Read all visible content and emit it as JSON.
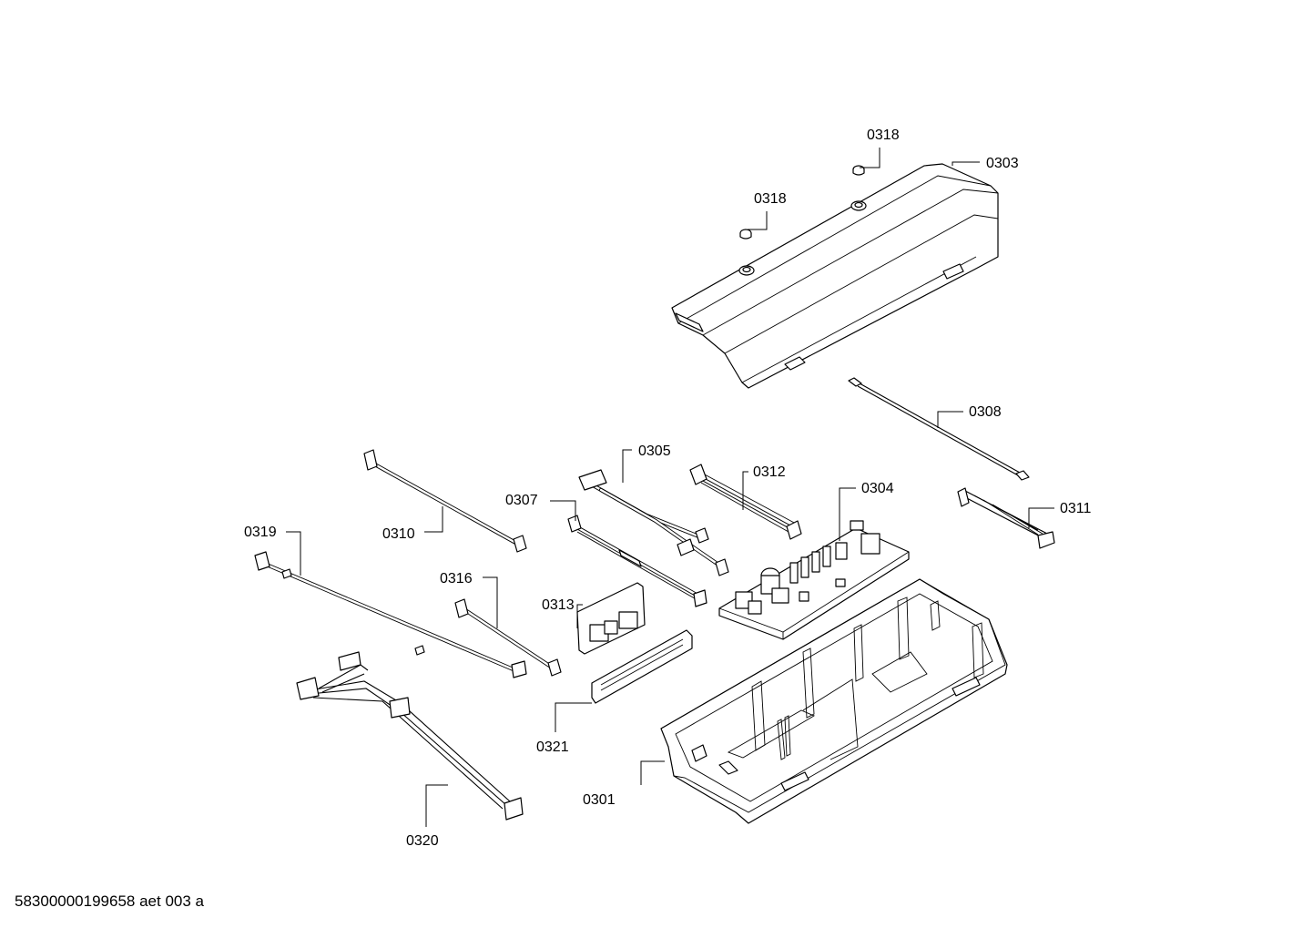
{
  "diagram": {
    "labels": {
      "p0318a": "0318",
      "p0318b": "0318",
      "p0303": "0303",
      "p0308": "0308",
      "p0305": "0305",
      "p0312": "0312",
      "p0307": "0307",
      "p0304": "0304",
      "p0311": "0311",
      "p0319": "0319",
      "p0310": "0310",
      "p0316": "0316",
      "p0313": "0313",
      "p0321": "0321",
      "p0301": "0301",
      "p0320": "0320"
    }
  },
  "footer": {
    "code": "58300000199658 aet 003 a"
  }
}
